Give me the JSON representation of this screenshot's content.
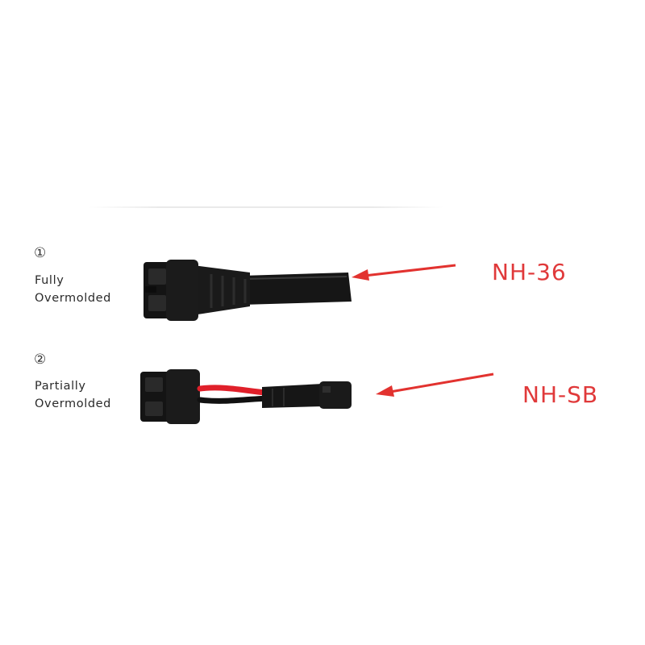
{
  "items": [
    {
      "number": "①",
      "label_line1": "Fully",
      "label_line2": "Overmolded",
      "code": "NH-36"
    },
    {
      "number": "②",
      "label_line1": "Partially",
      "label_line2": "Overmolded",
      "code": "NH-SB"
    }
  ],
  "colors": {
    "code_text": "#e0393a",
    "arrow": "#e2322f",
    "cable_body": "#151515",
    "wire_red": "#e0202a"
  }
}
